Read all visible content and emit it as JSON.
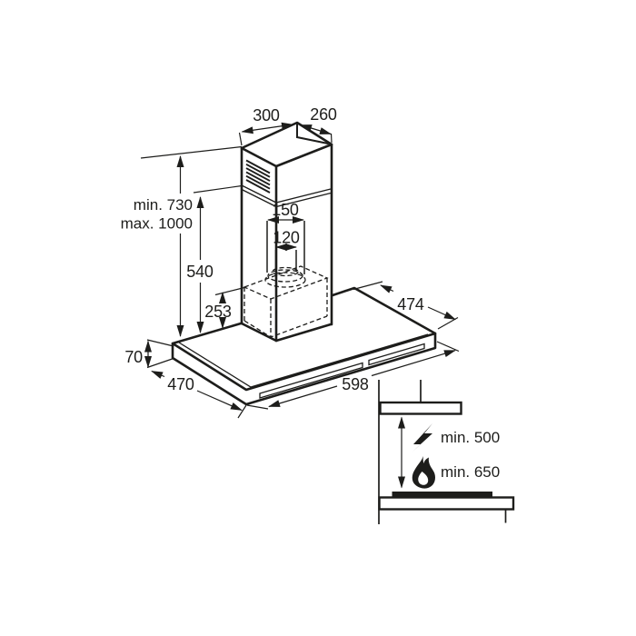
{
  "drawing": {
    "product": "wall-mounted-chimney-cooker-hood-installation-drawing",
    "dims": {
      "top_width": "300",
      "top_depth": "260",
      "height_min": "min. 730",
      "height_max": "max. 1000",
      "chimney": "540",
      "body": "253",
      "duct_outer": "150",
      "duct_inner": "120",
      "depth_top": "474",
      "panel_thickness": "70",
      "depth_bottom": "470",
      "width": "598"
    },
    "clearance": {
      "electric": "min. 500",
      "gas": "min. 650"
    },
    "icons": {
      "electric": "lightning-bolt",
      "gas": "flame"
    },
    "colors": {
      "line": "#1d1d1b",
      "bg": "#ffffff"
    }
  }
}
